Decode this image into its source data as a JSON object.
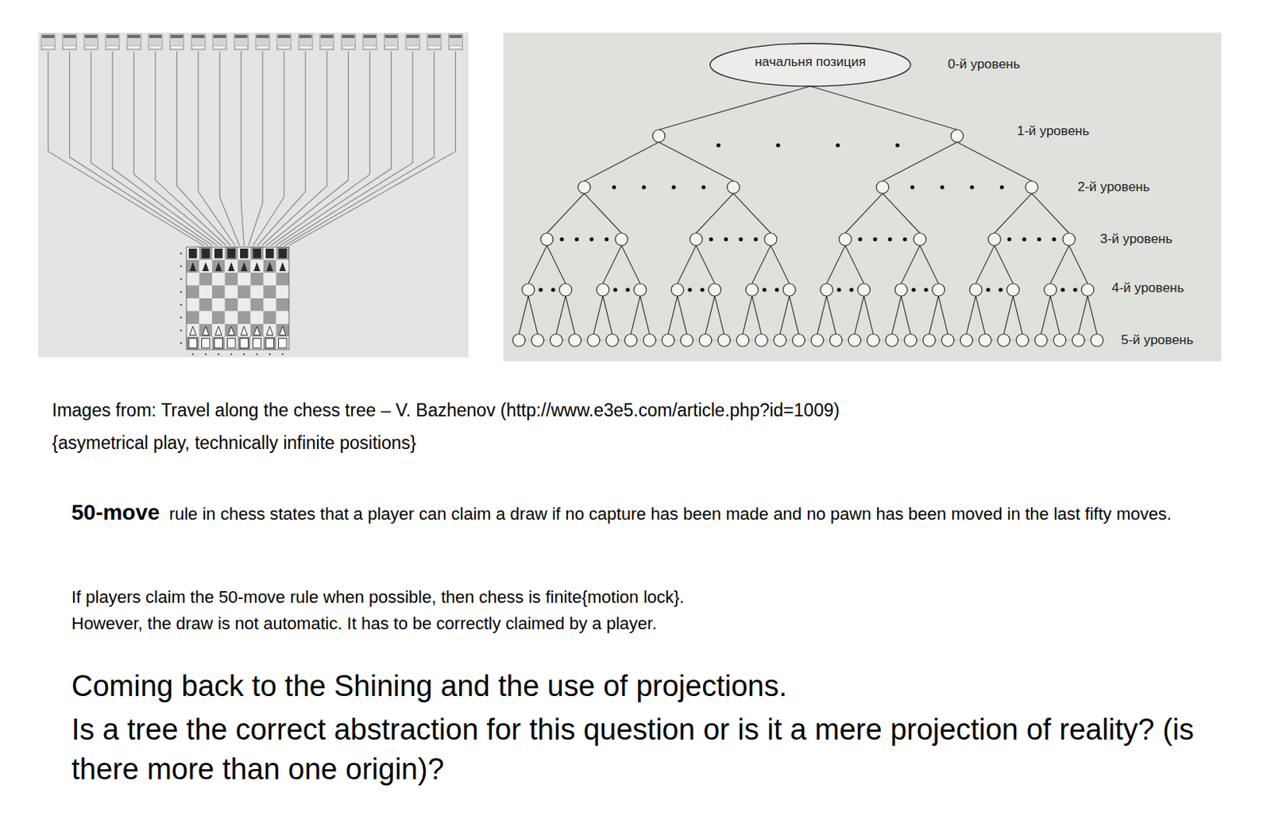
{
  "diagram": {
    "nodes": [
      {
        "text": [
          "начальня позиция"
        ]
      }
    ],
    "labels": [
      "0-й уровень",
      "1-й уровень",
      "2-й уровень",
      "3-й уровень",
      "4-й уровень",
      "5-й уровень",
      "Images from: Travel along the chess tree – V. Bazhenov (http://www.e3e5.com/article.php?id=1009)",
      "{asymetrical play, technically infinite positions}",
      "50-move",
      "rule in chess states that a player can claim a draw if no capture has been made and no pawn has been moved in the last fifty moves.",
      "If players claim the 50-move rule when possible, then chess is finite{motion lock}.",
      "However, the draw is not automatic. It has to be correctly claimed by a player.",
      "Coming back to the Shining and the use of projections.",
      "Is a tree the correct abstraction for this question or is it a mere projection of reality? (is there more than one origin)?"
    ]
  }
}
